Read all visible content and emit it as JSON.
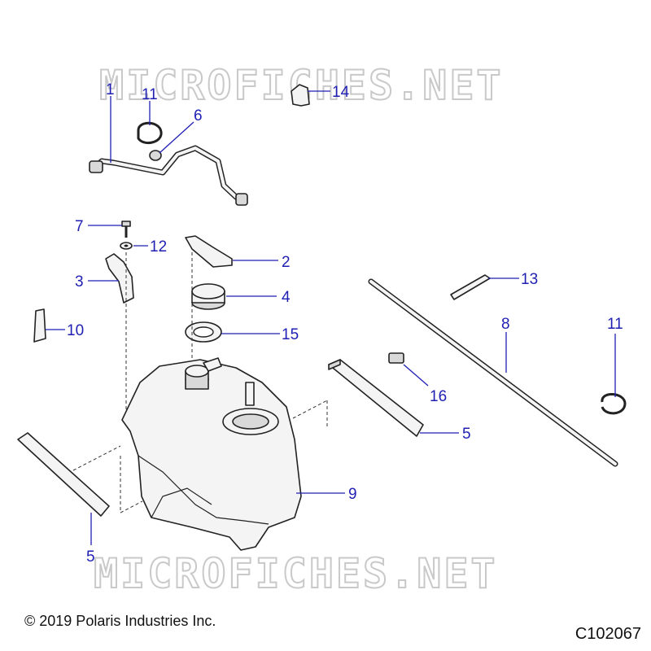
{
  "watermark": "MICROFICHES.NET",
  "copyright": "© 2019 Polaris Industries Inc.",
  "diagram_code": "C102067",
  "callouts": {
    "c1": "1",
    "c11a": "11",
    "c6": "6",
    "c14": "14",
    "c7": "7",
    "c12": "12",
    "c2": "2",
    "c3": "3",
    "c4": "4",
    "c15": "15",
    "c10": "10",
    "c13": "13",
    "c8": "8",
    "c11b": "11",
    "c16": "16",
    "c5a": "5",
    "c9": "9",
    "c5b": "5"
  },
  "colors": {
    "callout": "#1f1fb4",
    "line": "#222222",
    "watermark": "#c9c9c9"
  }
}
